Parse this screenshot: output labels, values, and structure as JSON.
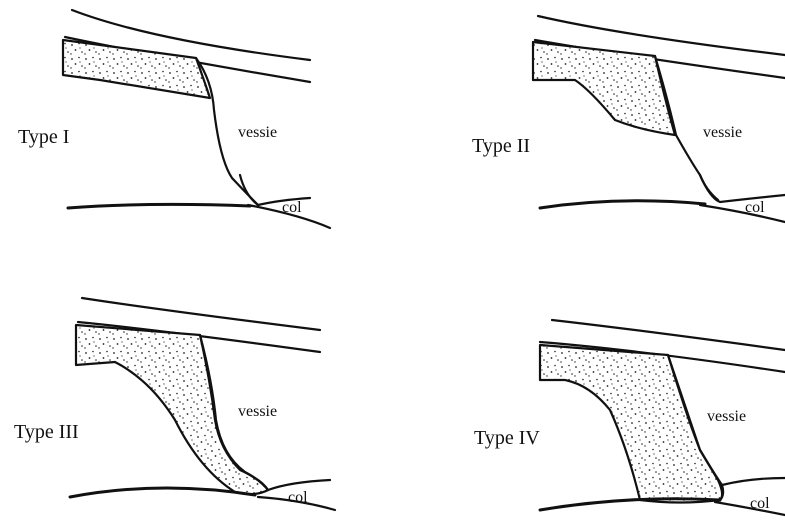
{
  "panels": [
    {
      "type_label": "Type I",
      "vessie_label": "vessie",
      "col_label": "col"
    },
    {
      "type_label": "Type II",
      "vessie_label": "vessie",
      "col_label": "col"
    },
    {
      "type_label": "Type III",
      "vessie_label": "vessie",
      "col_label": "col"
    },
    {
      "type_label": "Type IV",
      "vessie_label": "vessie",
      "col_label": "col"
    }
  ],
  "colors": {
    "line": "#111111",
    "stipple": "#222222",
    "background": "#ffffff"
  }
}
